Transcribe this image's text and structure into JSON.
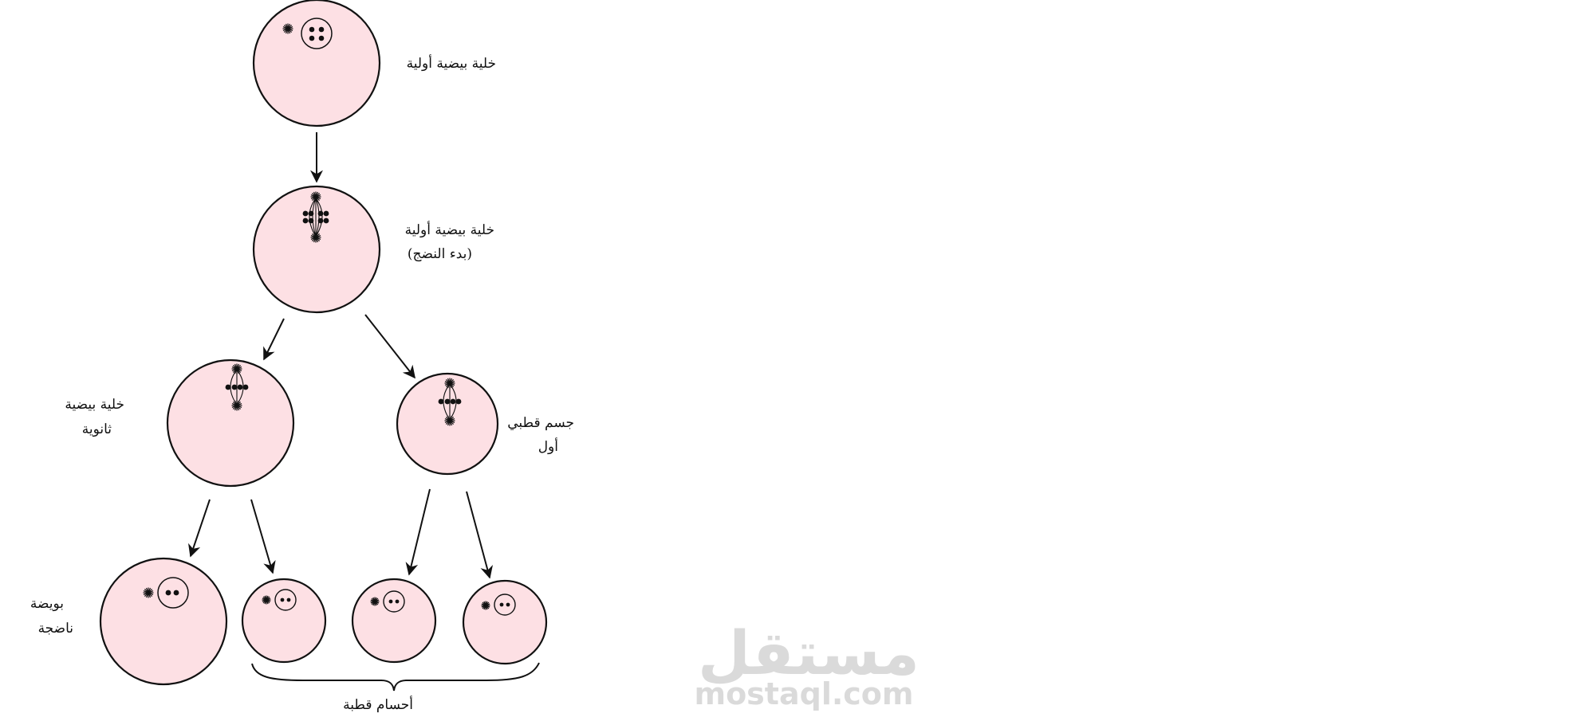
{
  "labels": {
    "primary_oocyte": "خلية بيضية أولية",
    "primary_oocyte_maturing_line1": "خلية بيضية أولية",
    "primary_oocyte_maturing_line2": "(بدء النضج)",
    "secondary_oocyte_line1": "خلية بيضية",
    "secondary_oocyte_line2": "ثانوية",
    "first_polar_body_line1": "جسم قطبي",
    "first_polar_body_line2": "أول",
    "mature_ovum_line1": "بويضة",
    "mature_ovum_line2": "ناضجة",
    "polar_bodies": "أحسام قطبة"
  },
  "watermark": {
    "arabic": "مستقل",
    "latin": "mostaql.com"
  },
  "colors": {
    "cell_fill": "#fde0e4",
    "stroke": "#111111",
    "watermark": "#dadada"
  }
}
